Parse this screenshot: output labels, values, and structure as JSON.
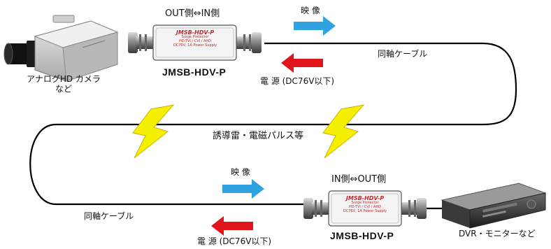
{
  "labels": {
    "top_port": "OUT側⇔IN側",
    "top_video": "映 像",
    "top_coax": "同軸ケーブル",
    "top_model": "JMSB-HDV-P",
    "top_power": "電 源 (DC76V以下)",
    "camera_line1": "アナログHD カメラ",
    "camera_line2": "など",
    "surge": "誘導雷・電磁パルス等",
    "bottom_video": "映 像",
    "bottom_port": "IN側⇔OUT側",
    "bottom_coax": "同軸ケーブル",
    "bottom_model": "JMSB-HDV-P",
    "bottom_power": "電 源 (DC76V以下)",
    "dvr": "DVR・モニターなど"
  },
  "device_label": {
    "title": "JMSB-HDV-P",
    "sub1": "Surge Protector",
    "sub2": "HD-TVI / CVI / AHD",
    "sub3": "DC76V, 1A Power Supply"
  },
  "colors": {
    "video_arrow": "#2ea3e0",
    "power_arrow": "#e0151b",
    "lightning": "#f5f000",
    "device_body": "#f4f4f4",
    "device_label_text": "#c0282d",
    "cable": "#000000"
  }
}
